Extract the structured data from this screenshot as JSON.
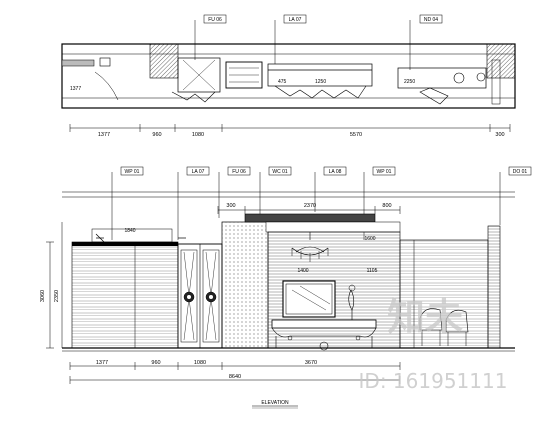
{
  "plan": {
    "tags": [
      "FU 06",
      "LA 07",
      "ND 04"
    ],
    "inner_labels": [
      "1377",
      "475",
      "1250",
      "2250"
    ],
    "dims": [
      "1377",
      "960",
      "1080",
      "5570",
      "300"
    ]
  },
  "elevation": {
    "tags": [
      "WP 01",
      "LA 07",
      "FU 06",
      "WC 01",
      "LA 08",
      "WP 01",
      "DO 01"
    ],
    "top_dims": [
      "300",
      "2370",
      "800"
    ],
    "left_dims": [
      "3060",
      "2350"
    ],
    "inner_labels": [
      "1840",
      "1400",
      "1105",
      "1600"
    ],
    "dims": [
      "1377",
      "960",
      "1080",
      "3670"
    ],
    "total_dim": "8640",
    "title": "ELEVATION"
  },
  "watermark": {
    "brand": "知未",
    "id_text": "ID: 161951111"
  }
}
